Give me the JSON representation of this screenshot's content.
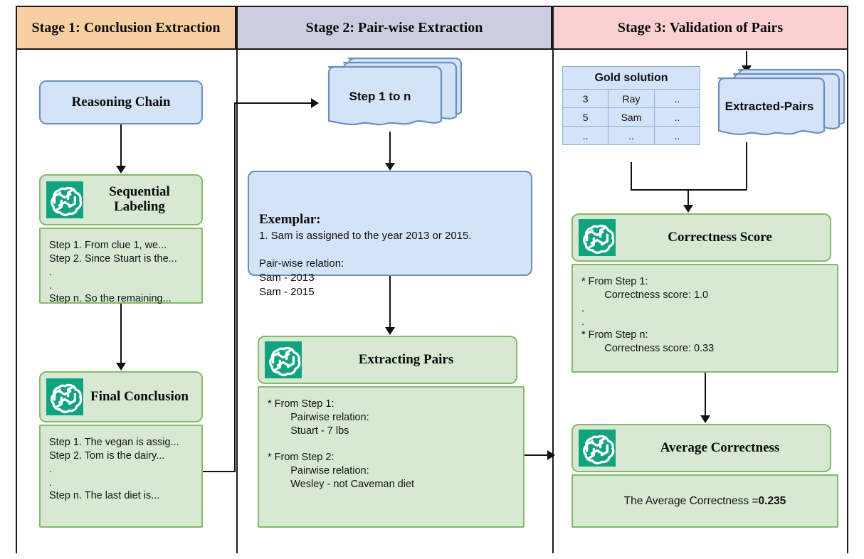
{
  "figure": {
    "title": "Three-stage pipeline: Conclusion Extraction, Pair-wise Extraction, Validation of Pairs"
  },
  "stages": [
    {
      "id": "stage1",
      "header": "Stage 1: Conclusion Extraction"
    },
    {
      "id": "stage2",
      "header": "Stage 2: Pair-wise Extraction"
    },
    {
      "id": "stage3",
      "header": "Stage 3: Validation of Pairs"
    }
  ],
  "stage1": {
    "reasoning_chain": {
      "label": "Reasoning Chain"
    },
    "sequential_labeling": {
      "icon": "openai-logo-icon",
      "title": "Sequential Labeling",
      "body": "Step 1. From clue 1, we...\nStep 2. Since Stuart is the...\n.\n.\nStep n. So the remaining..."
    },
    "final_conclusion": {
      "icon": "openai-logo-icon",
      "title": "Final Conclusion",
      "body": "Step 1. The vegan is assig...\nStep 2. Tom is the dairy...\n.\n.\nStep n. The last diet is..."
    }
  },
  "stage2": {
    "steps_doc": {
      "label": "Step 1 to n"
    },
    "exemplar": {
      "heading": "Exemplar:",
      "body": "1. Sam is assigned to the year 2013 or 2015.\n\nPair-wise relation:\nSam - 2013\nSam - 2015"
    },
    "extracting_pairs": {
      "icon": "openai-logo-icon",
      "title": "Extracting Pairs",
      "body": "* From Step 1:\n        Pairwise relation:\n        Stuart - 7 lbs\n\n* From Step 2:\n        Pairwise relation:\n        Wesley - not Caveman diet"
    }
  },
  "stage3": {
    "gold_solution": {
      "header": "Gold solution",
      "rows": [
        [
          "3",
          "Ray",
          ".."
        ],
        [
          "5",
          "Sam",
          ".."
        ],
        [
          "..",
          "..",
          ".."
        ]
      ]
    },
    "extracted_pairs_doc": {
      "label": "Extracted-Pairs"
    },
    "correctness_score": {
      "icon": "openai-logo-icon",
      "title": "Correctness Score",
      "body": "* From Step 1:\n        Correctness score: 1.0\n.\n.\n* From Step n:\n        Correctness score: 0.33"
    },
    "average_correctness": {
      "icon": "openai-logo-icon",
      "title": "Average Correctness",
      "result_prefix": "The Average Correctness = ",
      "result_value": "0.235"
    }
  },
  "colors": {
    "stage1_header_bg": "#f8cfa0",
    "stage2_header_bg": "#cdcde2",
    "stage3_header_bg": "#fbd0d0",
    "blue_fill": "#d4e3f7",
    "blue_stroke": "#6a8fc0",
    "green_fill": "#d7e8d3",
    "green_stroke": "#86b86a",
    "openai_green": "#10a37f",
    "line": "#111111"
  }
}
